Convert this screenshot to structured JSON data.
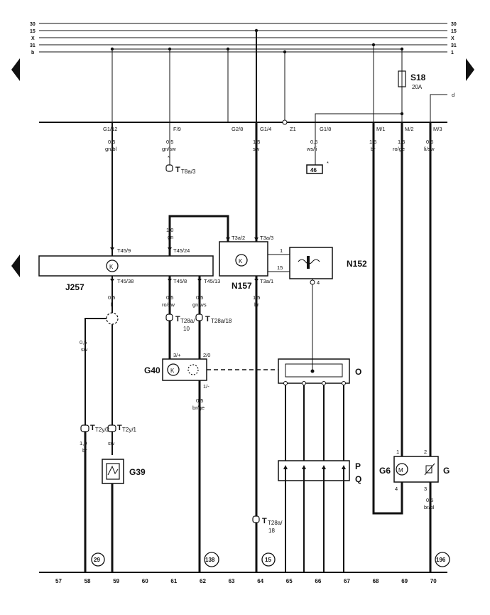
{
  "bus_lines": [
    "30",
    "15",
    "X",
    "31",
    "b"
  ],
  "bus_lines_right": [
    "30",
    "15",
    "X",
    "31",
    "1"
  ],
  "terminals": {
    "g1_12": "G1/12",
    "f_9": "F/9",
    "g2_8": "G2/8",
    "g1_4": "G1/4",
    "z1": "Z1",
    "g1_8": "G1/8",
    "m_1": "M/1",
    "m_2": "M/2",
    "m_3": "M/3",
    "d": "d"
  },
  "wires": {
    "w_grbl_size": "0,5",
    "w_grbl_color": "gn/bl",
    "w_grsw_size": "0,5",
    "w_grsw_color": "gn/sw",
    "w_sw_size": "1,5",
    "w_sw_color": "sw",
    "w_wsli_size": "0,5",
    "w_wsli_color": "ws/li",
    "w_br_size": "1,5",
    "w_br_color": "br",
    "w_roge_size": "1,5",
    "w_roge_color": "ro/ge",
    "w_lisw_size": "0,5",
    "w_lisw_color": "li/sw",
    "w_gn_size": "1,0",
    "w_gn_color": "gn",
    "w_li_size": "0,5",
    "w_li_color": "li",
    "w_rosw_size": "0,5",
    "w_rosw_color": "ro/sw",
    "w_grws_size": "0,5",
    "w_grws_color": "gn/ws",
    "w_br2_size": "1,5",
    "w_br2_color": "br",
    "w_sw2_size": "0,5",
    "w_sw2_color": "sw",
    "w_brge_size": "0,5",
    "w_brge_color": "br/ge",
    "w_br3_size": "1,0",
    "w_br3_color": "br",
    "w_sw3_color": "sw",
    "w_brbl_size": "0,5",
    "w_brbl_color": "br/bl"
  },
  "pins": {
    "t45_9": "T45/9",
    "t45_24": "T45/24",
    "t45_38": "T45/38",
    "t45_8": "T45/8",
    "t45_13": "T45/13",
    "t3a_2": "T3a/2",
    "t3a_3": "T3a/3",
    "t3a_1": "T3a/1",
    "p1": "1",
    "p15": "15",
    "p4": "4",
    "g40_3": "3/+",
    "g40_2": "2/0",
    "g40_1": "1/-",
    "g6_1": "1",
    "g6_4": "4",
    "g_2": "2",
    "g_3": "3"
  },
  "connectors": {
    "t8a": "T8a/3",
    "t28a10": "T28a/",
    "t28a10_b": "10",
    "t28a18": "T28a/18",
    "t2y2": "T2y/2",
    "t2y1": "T2y/1",
    "t28a18b": "T28a/",
    "t28a18b_b": "18"
  },
  "components": {
    "s18": "S18",
    "s18_rating": "20A",
    "j257": "J257",
    "n157": "N157",
    "n152": "N152",
    "g40": "G40",
    "o": "O",
    "p": "P",
    "q": "Q",
    "g39": "G39",
    "g6": "G6",
    "g": "G",
    "k_symbol": "K",
    "t_symbol": "T",
    "box46": "46",
    "asterisk": "*"
  },
  "refs": {
    "r29": "29",
    "r138": "138",
    "r15": "15",
    "r196": "196"
  },
  "track_numbers": [
    "57",
    "58",
    "59",
    "60",
    "61",
    "62",
    "63",
    "64",
    "65",
    "66",
    "67",
    "68",
    "69",
    "70"
  ],
  "colors": {
    "ink": "#111111",
    "paper": "#ffffff"
  }
}
